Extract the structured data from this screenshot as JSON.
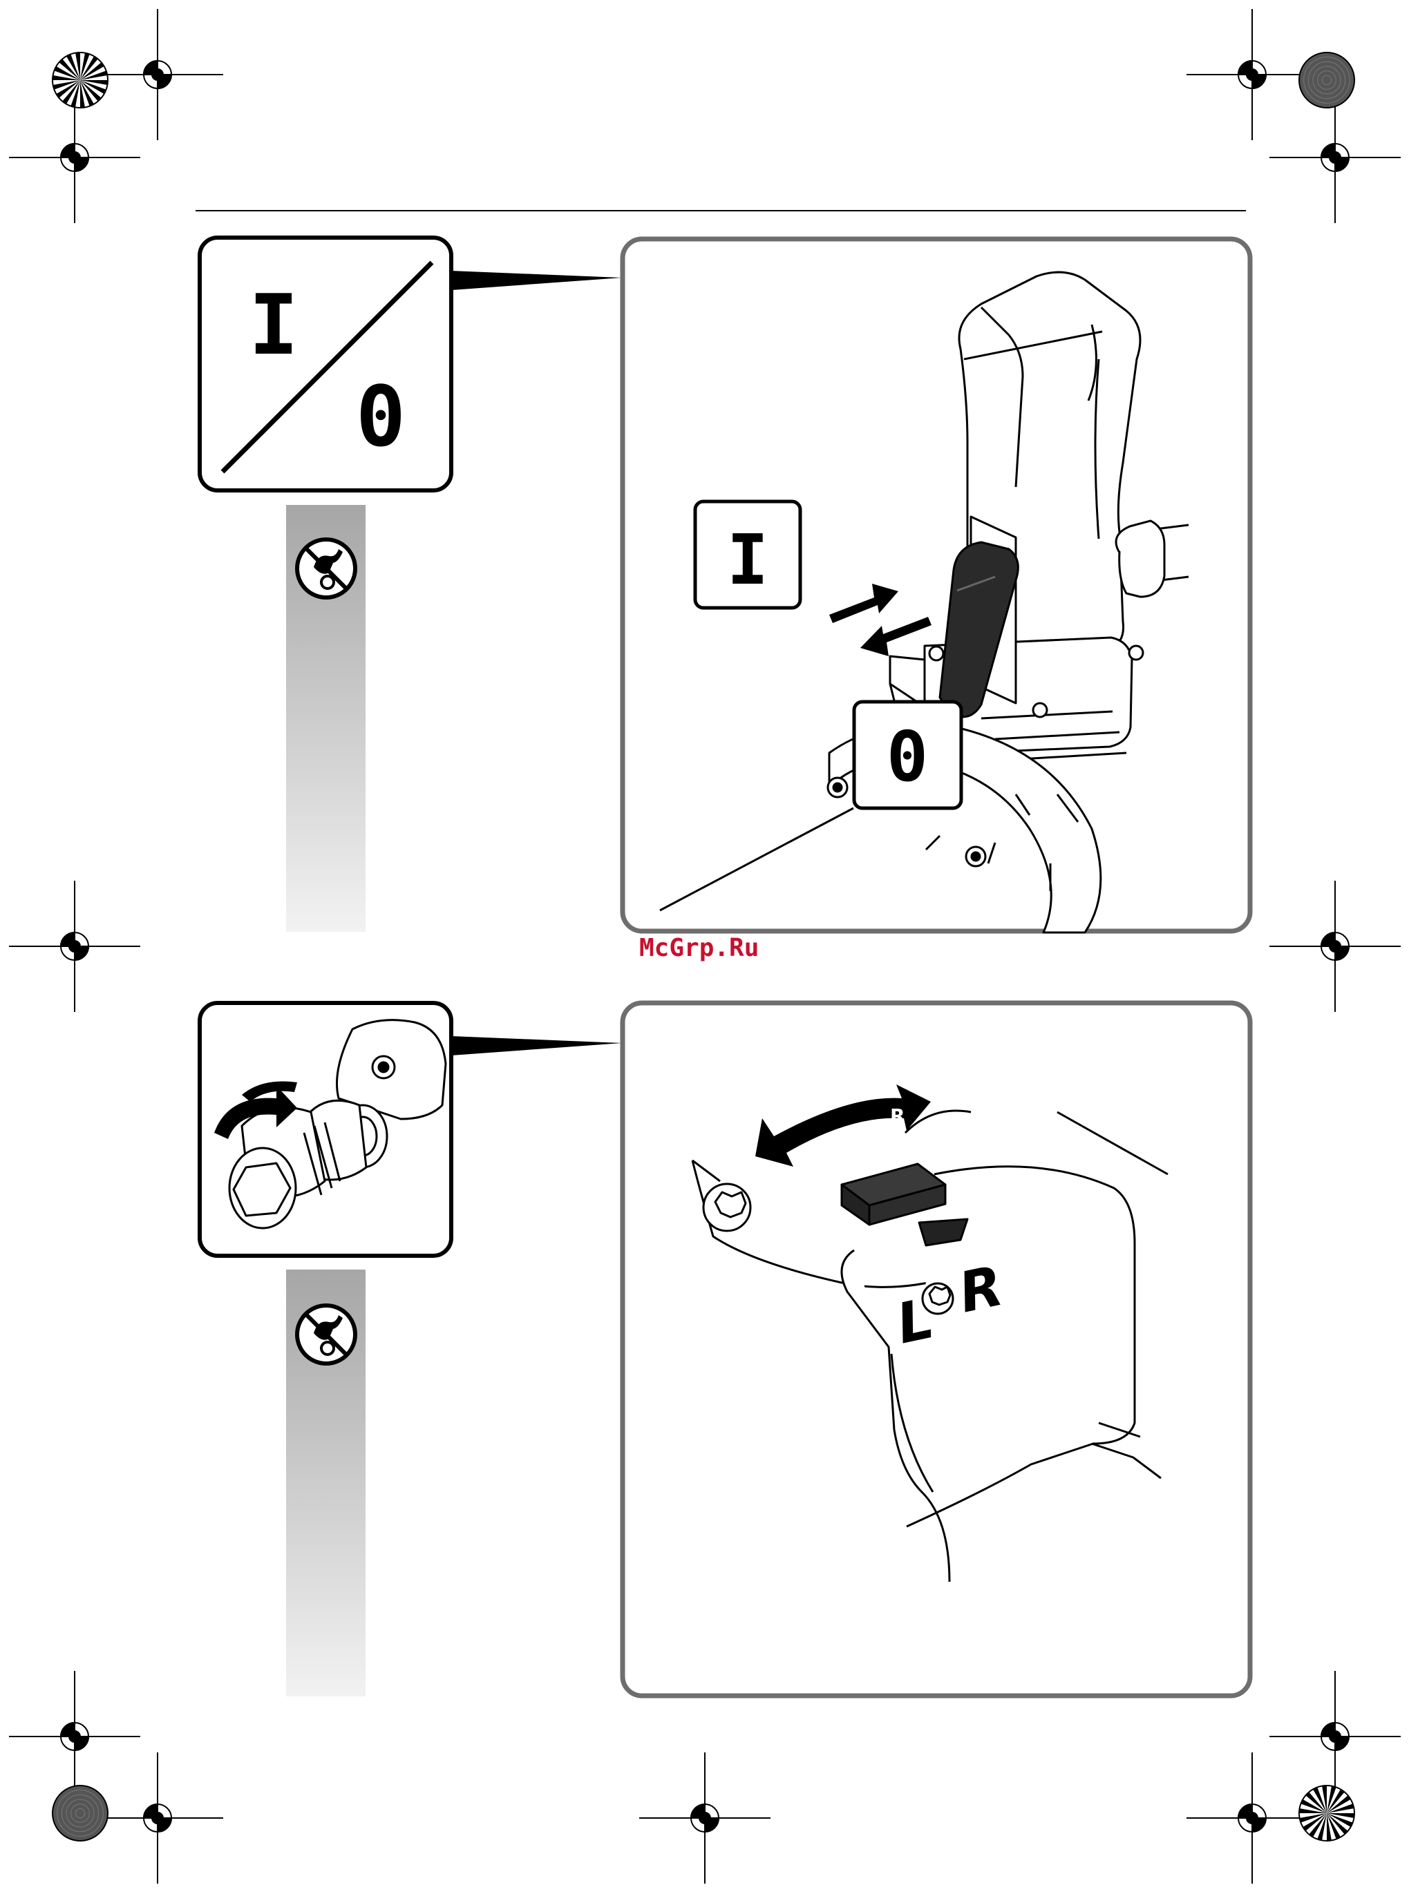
{
  "figure1": {
    "icon_on": "I",
    "icon_off": "0",
    "label_on": "I",
    "label_off": "0"
  },
  "figure2": {
    "lever_letter": "R",
    "housing_left": "L",
    "housing_right": "R"
  },
  "watermark": "McGrp.Ru",
  "icons": [
    "registration-mark-icon",
    "starburst-target-icon",
    "no-service-symbol-icon",
    "double-arrow-icon",
    "curved-arrow-icon"
  ],
  "colors": {
    "frame": "#6e6e6e",
    "ink": "#000000",
    "watermark": "#c8102e",
    "bar_top": "#a8a8a8",
    "bar_bottom": "#f2f2f2"
  }
}
